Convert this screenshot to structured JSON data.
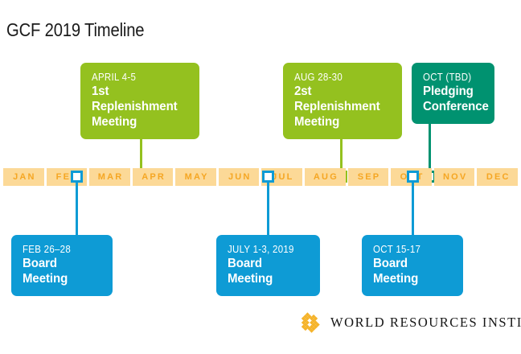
{
  "title": "GCF 2019 Timeline",
  "colors": {
    "green": "#94c11f",
    "teal": "#009270",
    "blue": "#0e9bd5",
    "axis_segment": "#fcd997",
    "axis_text": "#f5a623",
    "logo_gold": "#f5b32a",
    "background": "#ffffff"
  },
  "axis": {
    "months": [
      "JAN",
      "FEB",
      "MAR",
      "APR",
      "MAY",
      "JUN",
      "JUL",
      "AUG",
      "SEP",
      "OCT",
      "NOV",
      "DEC"
    ]
  },
  "events_above": [
    {
      "date": "APRIL 4-5",
      "name_line1": "1st Replenishment",
      "name_line2": "Meeting",
      "color": "#94c11f",
      "month": "APR"
    },
    {
      "date": "AUG 28-30",
      "name_line1": "2st Replenishment",
      "name_line2": "Meeting",
      "color": "#94c11f",
      "month": "AUG"
    },
    {
      "date": "OCT (TBD)",
      "name_line1": "Pledging",
      "name_line2": "Conference",
      "color": "#009270",
      "month": "OCT"
    }
  ],
  "events_below": [
    {
      "date": "FEB 26–28",
      "name": "Board Meeting",
      "color": "#0e9bd5",
      "month": "FEB"
    },
    {
      "date": "JULY 1-3, 2019",
      "name": "Board Meeting",
      "color": "#0e9bd5",
      "month": "JUL"
    },
    {
      "date": "OCT 15-17",
      "name": "Board Meeting",
      "color": "#0e9bd5",
      "month": "OCT"
    }
  ],
  "logo": {
    "wordmark": "WORLD RESOURCES INSTITUTE",
    "mark_name": "wri-diamond-lattice-icon"
  }
}
